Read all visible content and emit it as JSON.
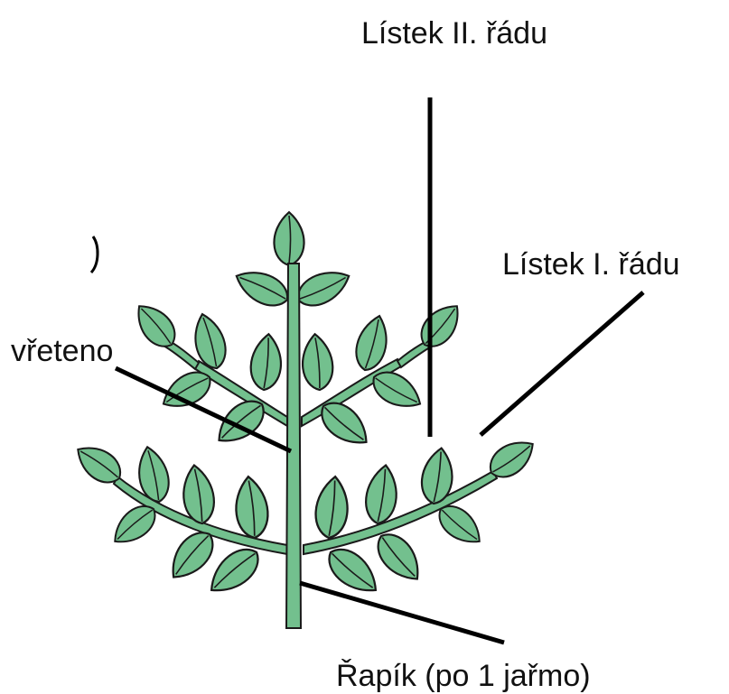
{
  "labels": {
    "leaflet_second_order": "Lístek II. řádu",
    "leaflet_first_order": "Lístek I. řádu",
    "rachis": "vřeteno",
    "petiole": "Řapík (po 1 jařmo)"
  },
  "colors": {
    "leaf_fill": "#73c08e",
    "outline": "#1a1a1a",
    "pointer_line": "#000000"
  }
}
